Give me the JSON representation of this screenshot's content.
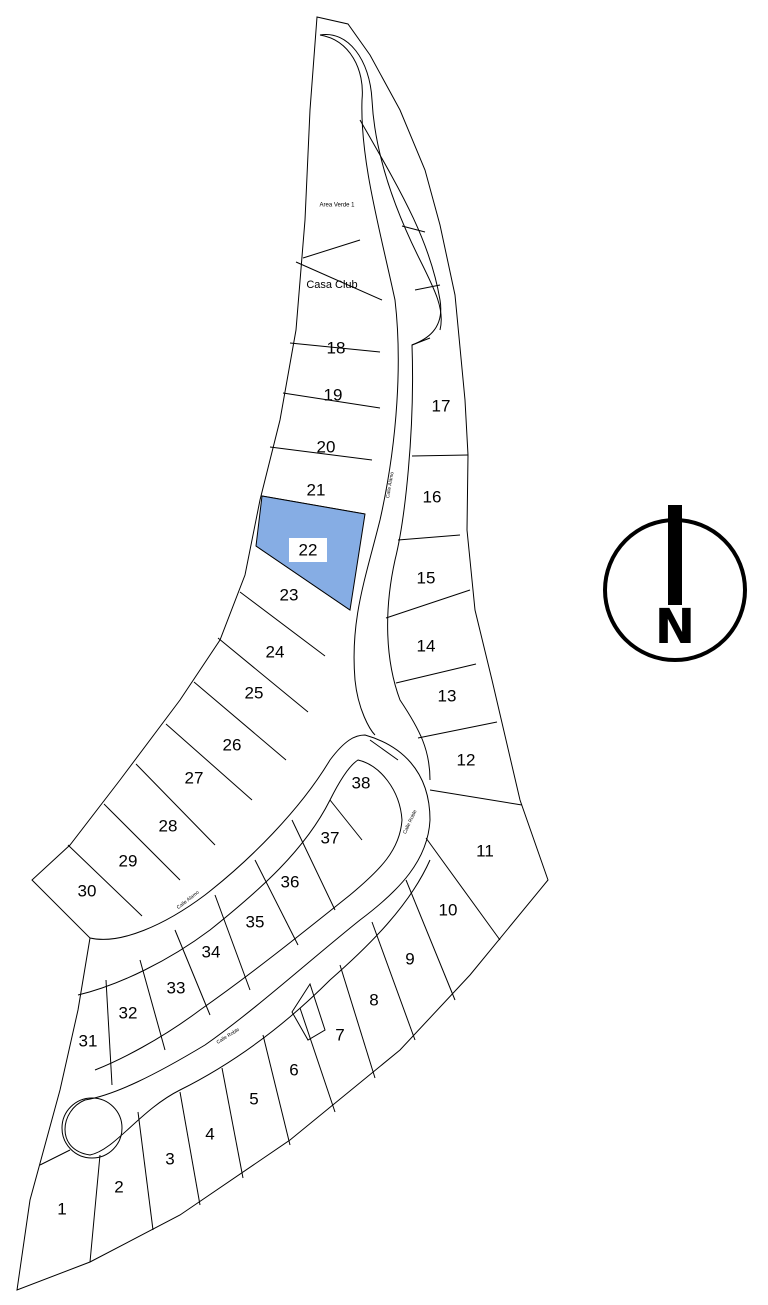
{
  "map": {
    "lots": [
      {
        "id": "1",
        "label": "1"
      },
      {
        "id": "2",
        "label": "2"
      },
      {
        "id": "3",
        "label": "3"
      },
      {
        "id": "4",
        "label": "4"
      },
      {
        "id": "5",
        "label": "5"
      },
      {
        "id": "6",
        "label": "6"
      },
      {
        "id": "7",
        "label": "7"
      },
      {
        "id": "8",
        "label": "8"
      },
      {
        "id": "9",
        "label": "9"
      },
      {
        "id": "10",
        "label": "10"
      },
      {
        "id": "11",
        "label": "11"
      },
      {
        "id": "12",
        "label": "12"
      },
      {
        "id": "13",
        "label": "13"
      },
      {
        "id": "14",
        "label": "14"
      },
      {
        "id": "15",
        "label": "15"
      },
      {
        "id": "16",
        "label": "16"
      },
      {
        "id": "17",
        "label": "17"
      },
      {
        "id": "18",
        "label": "18"
      },
      {
        "id": "19",
        "label": "19"
      },
      {
        "id": "20",
        "label": "20"
      },
      {
        "id": "21",
        "label": "21"
      },
      {
        "id": "22",
        "label": "22",
        "highlighted": true
      },
      {
        "id": "23",
        "label": "23"
      },
      {
        "id": "24",
        "label": "24"
      },
      {
        "id": "25",
        "label": "25"
      },
      {
        "id": "26",
        "label": "26"
      },
      {
        "id": "27",
        "label": "27"
      },
      {
        "id": "28",
        "label": "28"
      },
      {
        "id": "29",
        "label": "29"
      },
      {
        "id": "30",
        "label": "30"
      },
      {
        "id": "31",
        "label": "31"
      },
      {
        "id": "32",
        "label": "32"
      },
      {
        "id": "33",
        "label": "33"
      },
      {
        "id": "34",
        "label": "34"
      },
      {
        "id": "35",
        "label": "35"
      },
      {
        "id": "36",
        "label": "36"
      },
      {
        "id": "37",
        "label": "37"
      },
      {
        "id": "38",
        "label": "38"
      }
    ],
    "areas": {
      "area_verde": "Area Verde 1",
      "casa_club": "Casa Club"
    },
    "streets": {
      "calle_alamo": "Calle Alamo",
      "calle_roble": "Calle Roble",
      "calle_alamo_lower": "Calle Alamo",
      "calle_roble_lower": "Calle Roble"
    },
    "compass": {
      "north_letter": "N"
    },
    "colors": {
      "highlight": "#86ade4",
      "line": "#000000",
      "background": "#ffffff"
    }
  }
}
